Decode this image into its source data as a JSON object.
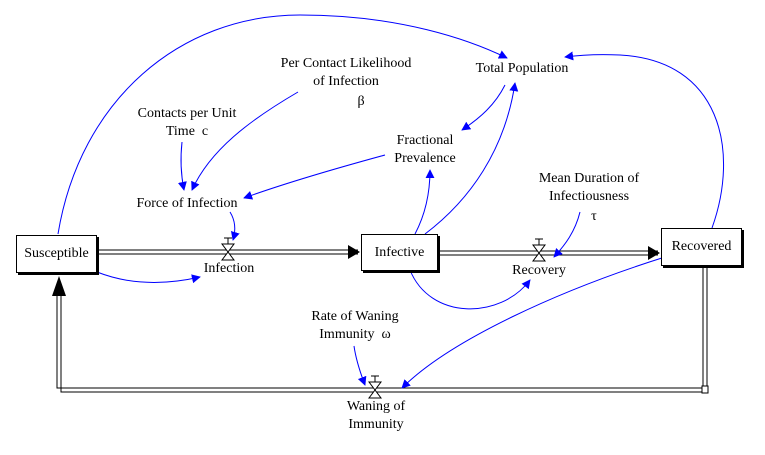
{
  "stocks": {
    "susceptible": "Susceptible",
    "infective": "Infective",
    "recovered": "Recovered"
  },
  "flows": {
    "infection": "Infection",
    "recovery": "Recovery",
    "waning_line1": "Waning of",
    "waning_line2": "Immunity"
  },
  "variables": {
    "total_population": "Total Population",
    "per_contact_line1": "Per Contact Likelihood",
    "per_contact_line2": "of Infection",
    "beta": "β",
    "contacts_line1": "Contacts per Unit",
    "contacts_line2": "Time",
    "c": "c",
    "force_of_infection": "Force of Infection",
    "fractional_line1": "Fractional",
    "fractional_line2": "Prevalence",
    "mean_duration_line1": "Mean Duration of",
    "mean_duration_line2": "Infectiousness",
    "tau": "τ",
    "rate_waning_line1": "Rate of Waning",
    "rate_waning_line2": "Immunity",
    "omega": "ω"
  },
  "colors": {
    "link": "#0000ff",
    "flow": "#000000",
    "background": "#ffffff"
  }
}
